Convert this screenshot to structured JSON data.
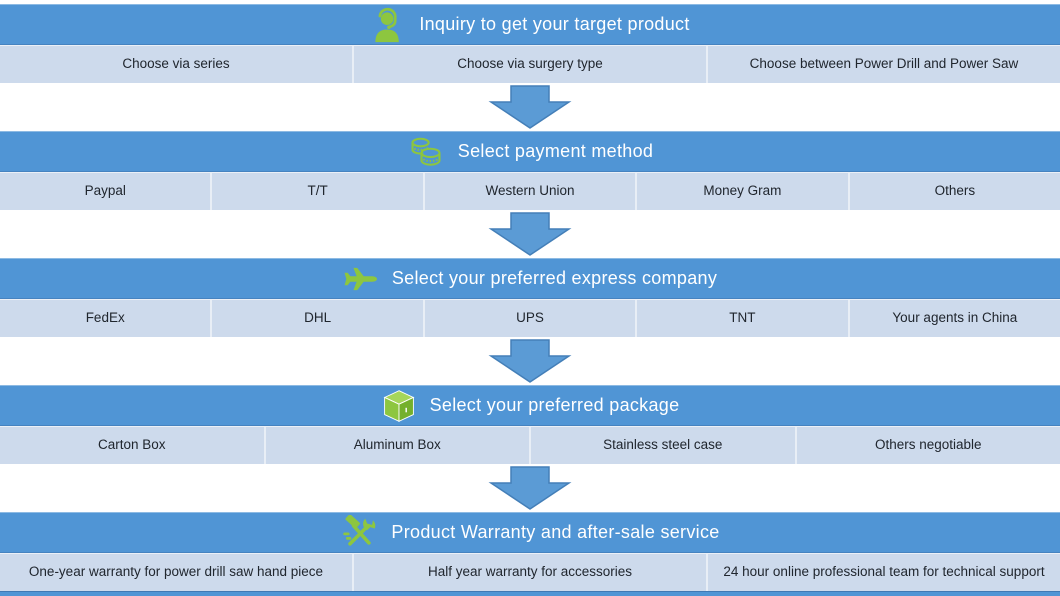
{
  "colors": {
    "header_blue": "#5095D5",
    "row_blue": "#CDDAEC",
    "arrow_fill": "#5B9BD5",
    "arrow_border": "#447FB8",
    "icon_green": "#8DC63F",
    "icon_green_dark": "#74B02C",
    "icon_green_light": "#A6D65A",
    "header_text": "#FFFFFF",
    "row_text": "#20262E"
  },
  "steps": [
    {
      "title": "Inquiry to get your target product",
      "icon": "headset-person-icon",
      "options": [
        "Choose via series",
        "Choose via surgery type",
        "Choose between Power Drill and Power Saw"
      ]
    },
    {
      "title": "Select payment method",
      "icon": "coins-icon",
      "options": [
        "Paypal",
        "T/T",
        "Western Union",
        "Money Gram",
        "Others"
      ]
    },
    {
      "title": "Select your preferred express company",
      "icon": "airplane-icon",
      "options": [
        "FedEx",
        "DHL",
        "UPS",
        "TNT",
        "Your agents in China"
      ]
    },
    {
      "title": "Select your preferred package",
      "icon": "package-icon",
      "options": [
        "Carton Box",
        "Aluminum Box",
        "Stainless steel case",
        "Others negotiable"
      ]
    },
    {
      "title": "Product Warranty and after-sale service",
      "icon": "tools-icon",
      "options": [
        "One-year warranty for power drill saw hand piece",
        "Half year warranty for accessories",
        "24 hour online professional team for technical support"
      ]
    }
  ]
}
